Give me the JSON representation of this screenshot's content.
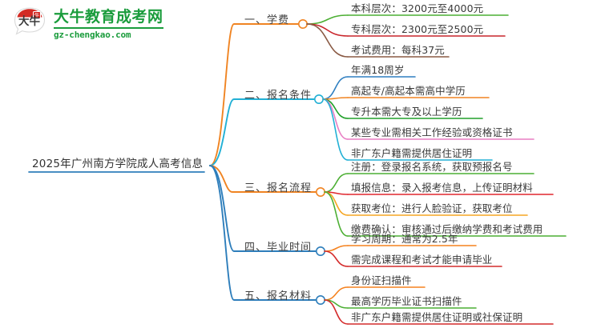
{
  "logo": {
    "name": "大牛教育成考网",
    "domain": "gz-chengkao.com",
    "mark_text": "大牛",
    "brand_color": "#1a9c3c",
    "mark_color": "#d32b24"
  },
  "mindmap": {
    "type": "mindmap",
    "root": {
      "label": "2025年广州南方学院成人高考信息",
      "color": "#2e7ebb"
    },
    "branches": [
      {
        "label": "一、学费",
        "color": "#f08422",
        "leaves": [
          {
            "label": "本科层次：3200元至4000元",
            "color": "#4caf33"
          },
          {
            "label": "专科层次：2300元至2500元",
            "color": "#c9252b"
          },
          {
            "label": "考试费用：每科37元",
            "color": "#8a5a44"
          }
        ]
      },
      {
        "label": "二、报名条件",
        "color": "#22b0d5",
        "leaves": [
          {
            "label": "年满18周岁",
            "color": "#2f7fc1"
          },
          {
            "label": "高起专/高起本需高中学历",
            "color": "#f08422"
          },
          {
            "label": "专升本需大专及以上学历",
            "color": "#22a02c"
          },
          {
            "label": "某些专业需相关工作经验或资格证书",
            "color": "#e87ec4"
          },
          {
            "label": "非广东户籍需提供居住证明",
            "color": "#22b0d5"
          }
        ]
      },
      {
        "label": "三、报名流程",
        "color": "#f08422",
        "leaves": [
          {
            "label": "注册：登录报名系统，获取预报名号",
            "color": "#4caf33"
          },
          {
            "label": "填报信息：录入报考信息，上传证明材料",
            "color": "#e0262e"
          },
          {
            "label": "获取考位：进行人脸验证，获取考位",
            "color": "#f5a623"
          },
          {
            "label": "缴费确认：审核通过后缴纳学费和考试费用",
            "color": "#4caf33"
          }
        ]
      },
      {
        "label": "四、毕业时间",
        "color": "#2e7ebb",
        "leaves": [
          {
            "label": "学习周期：通常为2.5年",
            "color": "#f5821f"
          },
          {
            "label": "需完成课程和考试才能申请毕业",
            "color": "#d42b2b"
          }
        ]
      },
      {
        "label": "五、报名材料",
        "color": "#2e7ebb",
        "leaves": [
          {
            "label": "身份证扫描件",
            "color": "#f5821f"
          },
          {
            "label": "最高学历毕业证书扫描件",
            "color": "#4caf33"
          },
          {
            "label": "非广东户籍需提供居住证明或社保证明",
            "color": "#d42b2b"
          }
        ]
      }
    ]
  }
}
